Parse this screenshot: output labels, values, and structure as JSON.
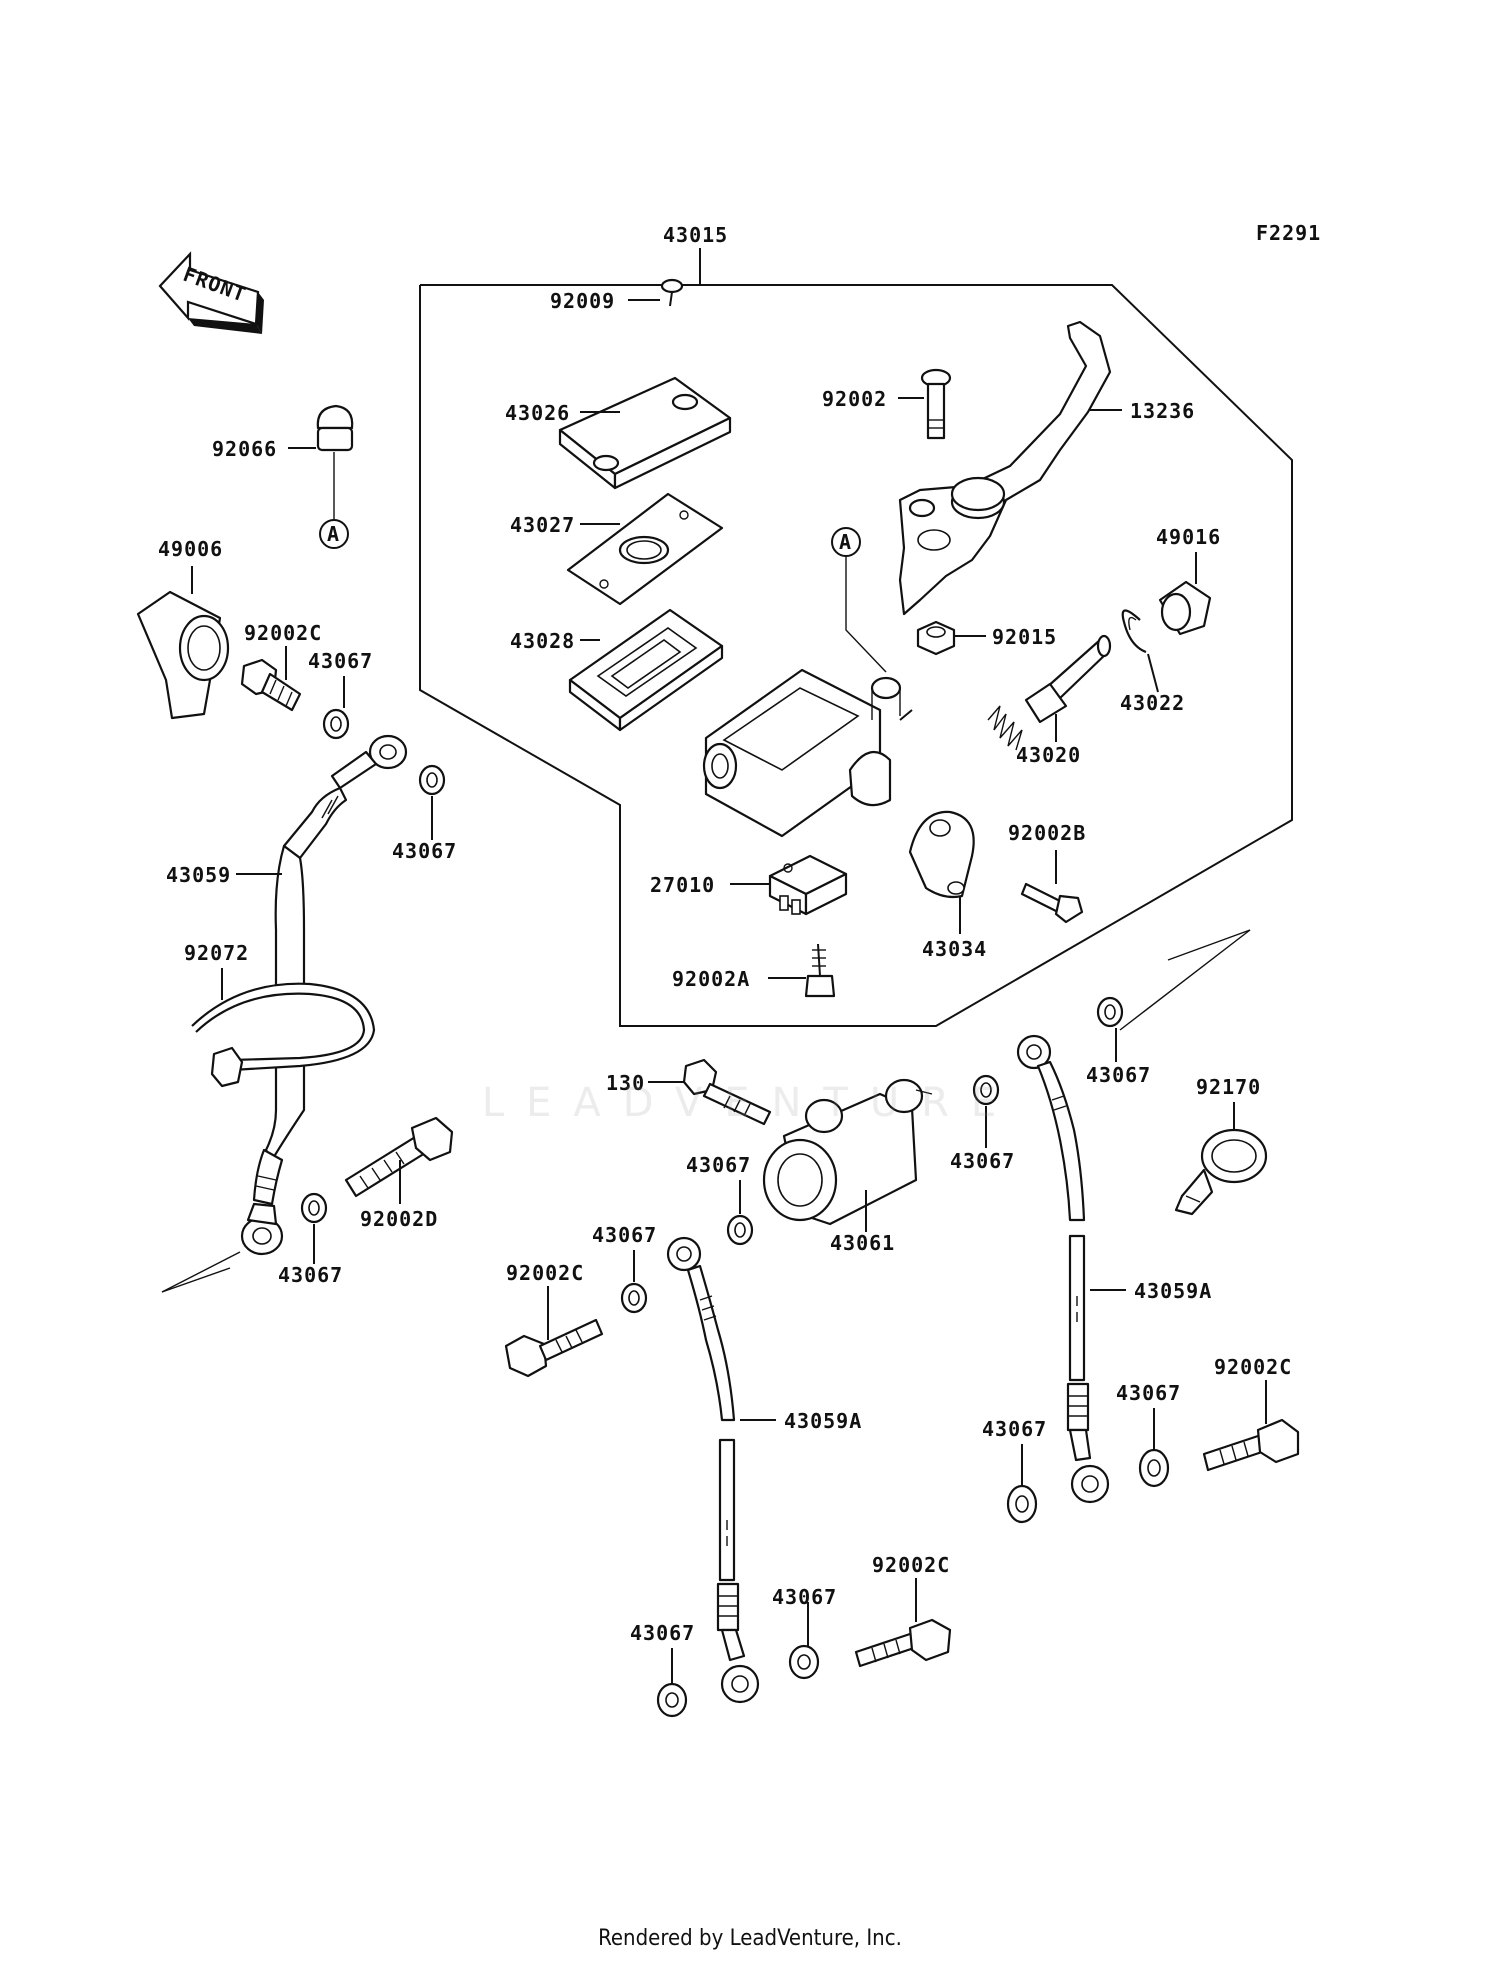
{
  "figure_code": "F2291",
  "front_label": "FRONT",
  "callout_letter": "A",
  "watermark_text": "LEADVENTURE",
  "footer_text": "Rendered by LeadVenture, Inc.",
  "labels": {
    "l43015": "43015",
    "l92009": "92009",
    "l43026": "43026",
    "l43027": "43027",
    "l43028": "43028",
    "l92002": "92002",
    "l13236": "13236",
    "l49016": "49016",
    "l92015": "92015",
    "l43022": "43022",
    "l43020": "43020",
    "l92002B": "92002B",
    "l27010": "27010",
    "l43034": "43034",
    "l92002A": "92002A",
    "l92066": "92066",
    "l49006": "49006",
    "l92002C_a": "92002C",
    "l43067_a": "43067",
    "l43067_b": "43067",
    "l43059": "43059",
    "l92072": "92072",
    "l92002D": "92002D",
    "l43067_c": "43067",
    "l130": "130",
    "l43067_d": "43067",
    "l43067_e": "43067",
    "l43061": "43061",
    "l43067_f": "43067",
    "l92170": "92170",
    "l43067_g": "43067",
    "l92002C_b": "92002C",
    "l43059A_a": "43059A",
    "l43059A_b": "43059A",
    "l43067_h": "43067",
    "l92002C_c": "92002C",
    "l43067_i": "43067",
    "l43067_j": "43067",
    "l92002C_d": "92002C",
    "l43067_k": "43067"
  }
}
